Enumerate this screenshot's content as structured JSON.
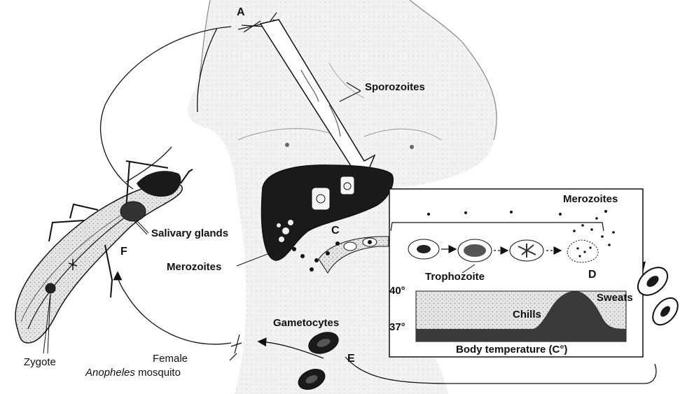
{
  "labels": {
    "stage_a": "A",
    "stage_c": "C",
    "stage_d": "D",
    "stage_e": "E",
    "stage_f": "F",
    "sporozoites": "Sporozoites",
    "merozoites_top": "Merozoites",
    "merozoites_left": "Merozoites",
    "salivary_glands": "Salivary glands",
    "trophozoite": "Trophozoite",
    "gametocytes": "Gametocytes",
    "zygote": "Zygote",
    "female": "Female",
    "anopheles": "Anopheles",
    "mosquito": "mosquito"
  },
  "temperature_chart": {
    "y_top": "40°",
    "y_low": "37°",
    "chills": "Chills",
    "sweats": "Sweats",
    "caption": "Body temperature (C°)"
  },
  "colors": {
    "ink": "#111111",
    "skin_shade": "#cfcfcf",
    "liver": "#1a1a1a",
    "panel_fill": "#ffffff"
  }
}
